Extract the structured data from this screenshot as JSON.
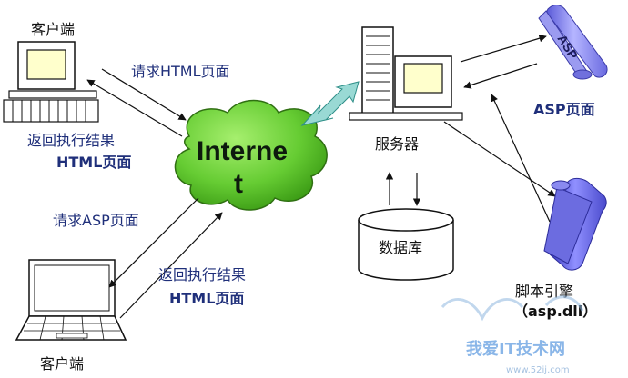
{
  "nodes": {
    "client_top": "客户端",
    "client_bottom": "客户端",
    "internet_line1": "Interne",
    "internet_line2": "t",
    "server": "服务器",
    "database": "数据库",
    "asp_page": "ASP页面",
    "asp_scroll": "ASP",
    "engine_line1": "脚本引擎",
    "engine_line2": "（asp.dll）"
  },
  "edges": {
    "req_html": "请求HTML页面",
    "ret_top_line1": "返回执行结果",
    "ret_top_line2": "HTML页面",
    "req_asp": "请求ASP页面",
    "ret_bottom_line1": "返回执行结果",
    "ret_bottom_line2": "HTML页面"
  },
  "watermark": {
    "main": "我爱IT技术网",
    "url": "www.52ij.com"
  },
  "colors": {
    "label": "#1f2f7a",
    "cloud": "#66cc33",
    "double_arrow": "#99d9d4",
    "scroll": "#9b9bf0",
    "scroll_dark": "#5555cc"
  }
}
